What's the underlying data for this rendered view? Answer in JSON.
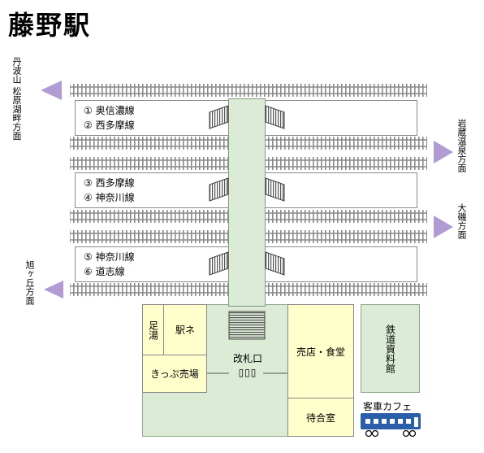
{
  "title": "藤野駅",
  "destinations": {
    "tanbayama": "丹波山 松原湖畔方面",
    "asahigaoka": "旭ヶ丘方面",
    "iwakura": "岩蔵温泉方面",
    "oiso": "大磯方面"
  },
  "platforms": [
    {
      "line1": "① 奥信濃線",
      "line2": "② 西多摩線"
    },
    {
      "line1": "③ 西多摩線",
      "line2": "④ 神奈川線"
    },
    {
      "line1": "⑤ 神奈川線",
      "line2": "⑥ 道志線"
    }
  ],
  "rooms": {
    "ashiyu": "足湯",
    "ekine": "駅ネ",
    "kippu": "きっぷ売場",
    "kaisatsu": "改札口",
    "gates": "▯▯▯",
    "baiten": "売店・食堂",
    "machiai": "待合室",
    "museum": "鉄道資料館",
    "cafe": "客車カフェ"
  },
  "colors": {
    "concourse": "#dcebd5",
    "concourse_border": "#8ea88a",
    "shop": "#ffffcc",
    "arrow": "#b09bd2",
    "rail": "#8a8a8a",
    "train": "#2b5ea8"
  }
}
